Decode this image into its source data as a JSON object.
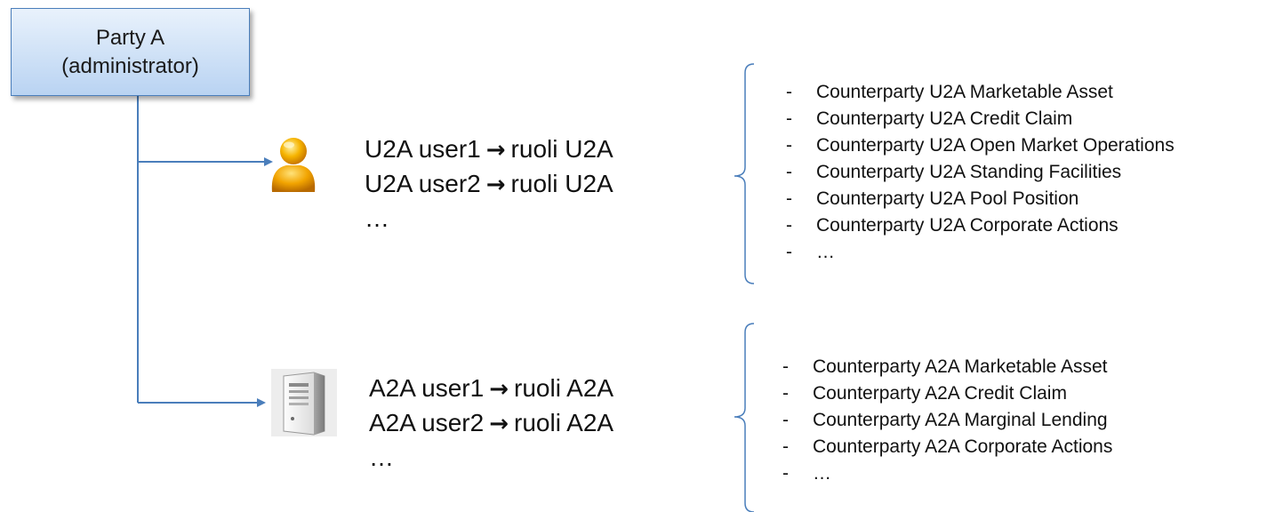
{
  "party": {
    "line1": "Party A",
    "line2": "(administrator)"
  },
  "u2a": {
    "icon": "user-icon",
    "users": [
      {
        "user": "U2A user1",
        "arrow": "→",
        "roles": "ruoli U2A"
      },
      {
        "user": "U2A user2",
        "arrow": "→",
        "roles": "ruoli U2A"
      }
    ],
    "ellipsis": "…",
    "role_list": [
      "Counterparty U2A Marketable Asset",
      "Counterparty U2A Credit Claim",
      "Counterparty U2A Open Market Operations",
      "Counterparty U2A Standing Facilities",
      "Counterparty U2A Pool Position",
      "Counterparty U2A Corporate Actions",
      "…"
    ]
  },
  "a2a": {
    "icon": "server-icon",
    "users": [
      {
        "user": "A2A user1",
        "arrow": "→",
        "roles": "ruoli A2A"
      },
      {
        "user": "A2A user2",
        "arrow": "→",
        "roles": "ruoli A2A"
      }
    ],
    "ellipsis": "…",
    "role_list": [
      "Counterparty A2A Marketable Asset",
      "Counterparty A2A Credit Claim",
      "Counterparty A2A Marginal Lending",
      "Counterparty A2A Corporate Actions",
      "…"
    ]
  },
  "colors": {
    "connector": "#4a7ebb",
    "box_border": "#4a7ebb",
    "box_fill_top": "#e9f2fc",
    "box_fill_bottom": "#b9d3f2",
    "user_icon": "#f0a500"
  }
}
